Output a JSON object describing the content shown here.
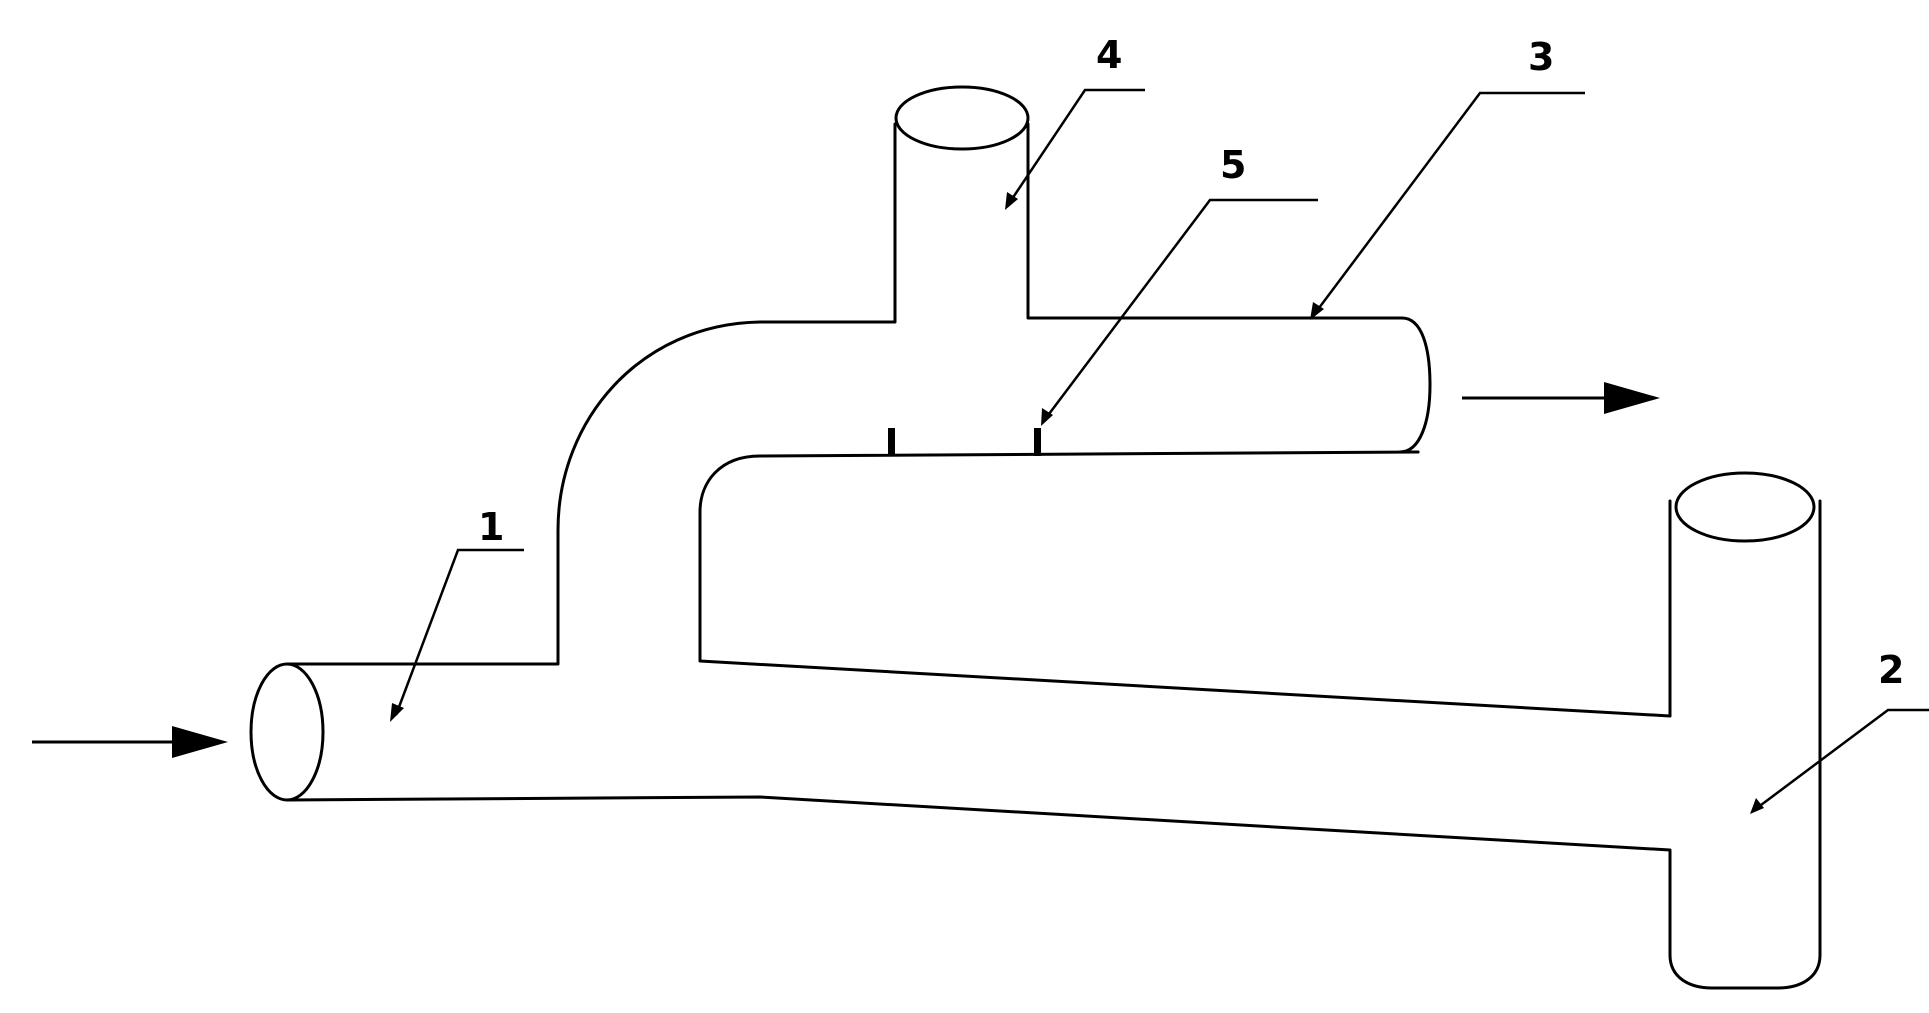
{
  "callouts": [
    {
      "id": "1",
      "text": "1"
    },
    {
      "id": "2",
      "text": "2"
    },
    {
      "id": "3",
      "text": "3"
    },
    {
      "id": "4",
      "text": "4"
    },
    {
      "id": "5",
      "text": "5"
    }
  ],
  "flow_arrows": [
    {
      "id": "inlet-arrow",
      "direction": "right"
    },
    {
      "id": "outlet-arrow",
      "direction": "right"
    }
  ],
  "colors": {
    "stroke": "#000000",
    "background": "#ffffff"
  }
}
